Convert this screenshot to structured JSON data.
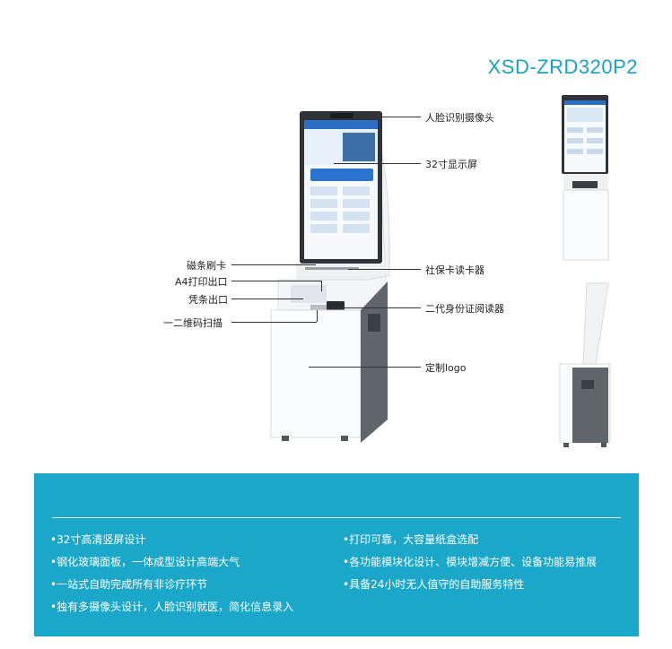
{
  "model": "XSD-ZRD320P2",
  "callouts": {
    "face_camera": "人脸识别摄像头",
    "display": "32寸显示屏",
    "magstripe": "磁条刷卡",
    "a4_output": "A4打印出口",
    "receipt_output": "凭条出口",
    "qr_scan": "一二维码扫描",
    "ss_card_reader": "社保卡读卡器",
    "id_reader": "二代身份证阅读器",
    "custom_logo": "定制logo"
  },
  "features_left": [
    "•32寸高清竖屏设计",
    "•钢化玻璃面板，一体成型设计高端大气",
    "•一站式自助完成所有非诊疗环节",
    "•独有多摄像头设计，人脸识别就医，简化信息录入"
  ],
  "features_right": [
    "•打印可靠，大容量纸盒选配",
    "•各功能模块化设计、模块增减方便、设备功能易推展",
    "•具备24小时无人值守的自助服务特性"
  ],
  "colors": {
    "accent": "#1aa7c9",
    "model": "#1aa1c7",
    "cabinet_side": "#5f656b"
  }
}
